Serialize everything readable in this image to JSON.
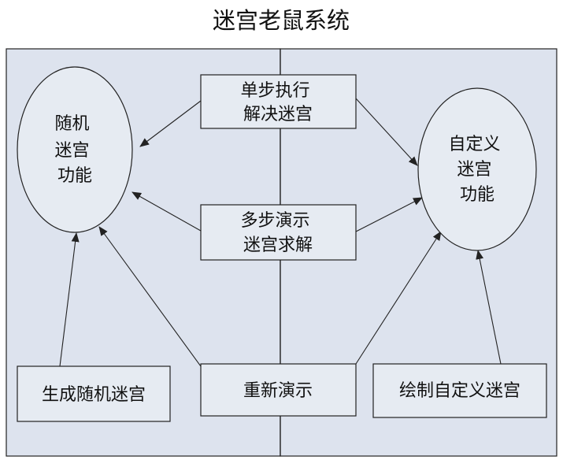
{
  "title": "迷宫老鼠系统",
  "nodes": {
    "random_maze": [
      "随机",
      "迷宫",
      "功能"
    ],
    "custom_maze": [
      "自定义",
      "迷宫",
      "功能"
    ],
    "single_step": [
      "单步执行",
      "解决迷宫"
    ],
    "multi_step": [
      "多步演示",
      "迷宫求解"
    ],
    "generate_random": "生成随机迷宫",
    "replay": "重新演示",
    "draw_custom": "绘制自定义迷宫"
  },
  "colors": {
    "panel_fill": "#dde3ee",
    "shape_fill": "#e6ebf2",
    "stroke": "#222222"
  }
}
